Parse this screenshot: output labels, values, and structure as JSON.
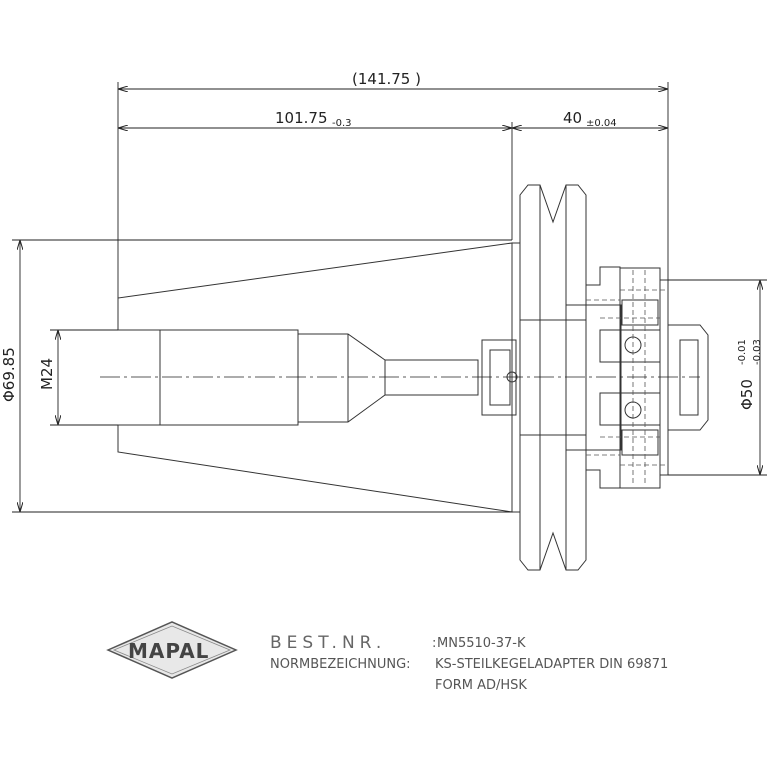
{
  "dimensions": {
    "overall_length": "(141.75  )",
    "taper_length": "101.75",
    "taper_tol": "-0.3",
    "flange_length": "40",
    "flange_tol": "±0.04",
    "dia_taper": "Φ69.85",
    "thread": "M24",
    "dia_hsk": "Φ50",
    "dia_hsk_tol_upper": "-0.01",
    "dia_hsk_tol_lower": "-0.03"
  },
  "title_block": {
    "logo_text": "MAPAL",
    "order_label": "BEST.NR.",
    "order_sep": ":",
    "order_value": "MN5510-37-K",
    "norm_label": "NORMBEZEICHNUNG:",
    "norm_value_line1": "KS-STEILKEGELADAPTER DIN 69871",
    "norm_value_line2": "FORM AD/HSK"
  }
}
